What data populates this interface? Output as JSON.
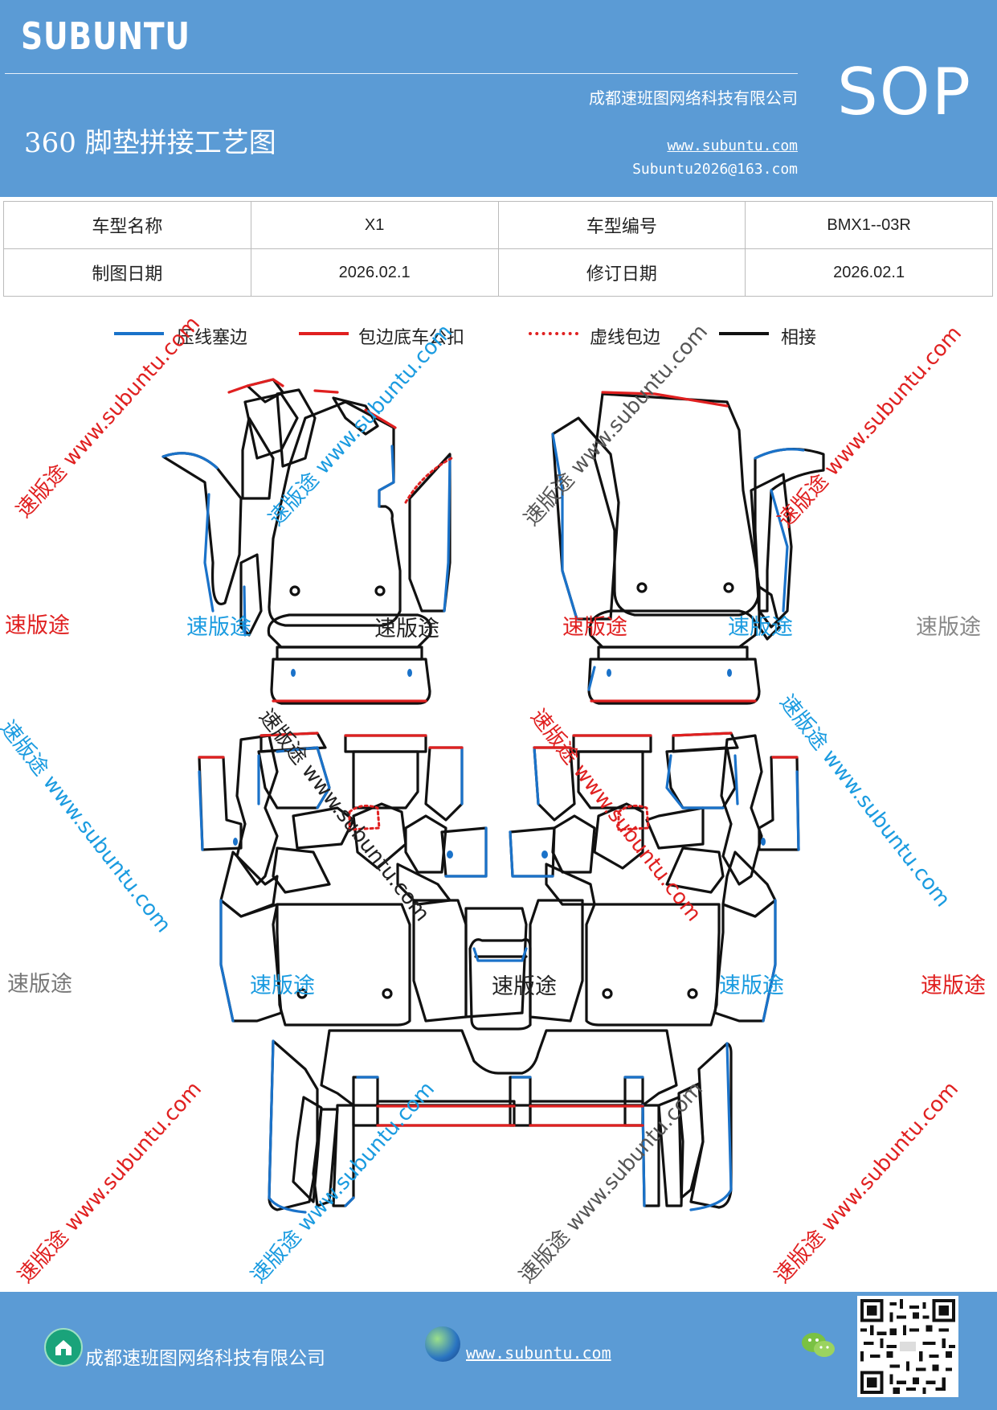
{
  "header": {
    "brand": "SUBUNTU",
    "company": "成都速班图网络科技有限公司",
    "badge": "SOP",
    "title": "360 脚垫拼接工艺图",
    "website": "www.subuntu.com",
    "email": "Subuntu2026@163.com"
  },
  "info": {
    "r1": [
      "车型名称",
      "X1",
      "车型编号",
      "BMX1--03R"
    ],
    "r2": [
      "制图日期",
      "2026.02.1",
      "修订日期",
      "2026.02.1"
    ]
  },
  "legend": [
    {
      "label": "压线塞边",
      "color": "#1a72c9",
      "style": "solid"
    },
    {
      "label": "包边底车公扣",
      "color": "#e02020",
      "style": "solid"
    },
    {
      "label": "虚线包边",
      "color": "#e02020",
      "style": "dashed"
    },
    {
      "label": "相接",
      "color": "#111111",
      "style": "solid"
    }
  ],
  "watermarks": {
    "brand": "速版途",
    "diag": "速版途 www.subuntu.com",
    "url": "www.subuntu.com",
    "colors": {
      "red": "#e02020",
      "blue": "#1a9be0",
      "gray": "#888888"
    }
  },
  "footer": {
    "company": "成都速班图网络科技有限公司",
    "website": "www.subuntu.com",
    "icons": [
      "house-icon",
      "globe-icon",
      "wechat-icon",
      "qr-code"
    ]
  }
}
